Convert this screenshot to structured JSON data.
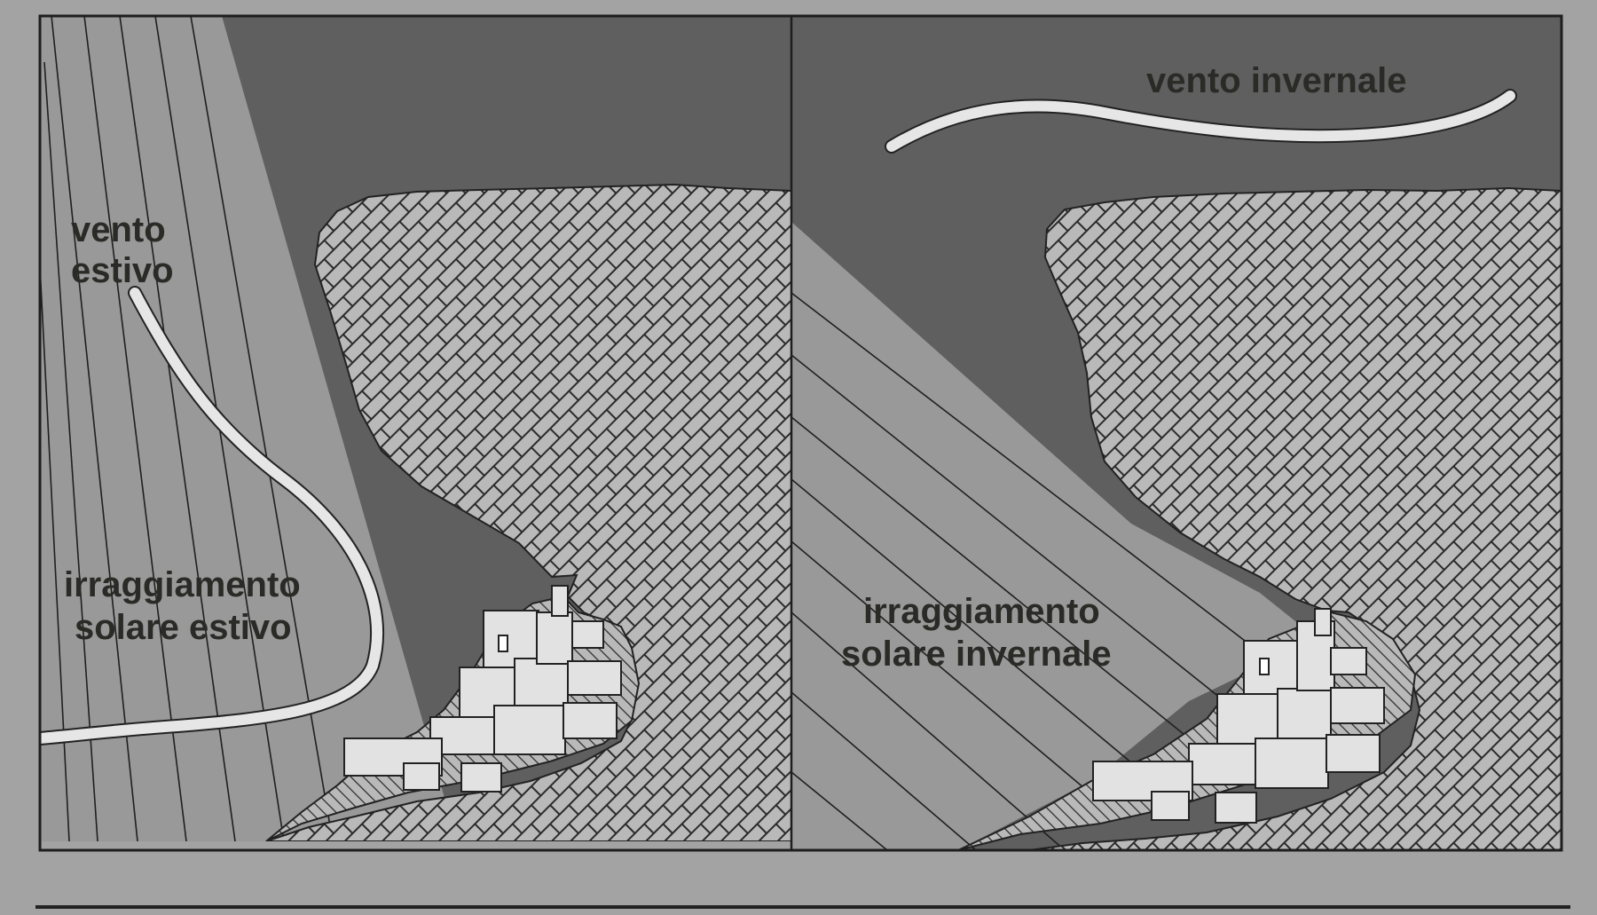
{
  "panels": {
    "summer": {
      "wind_label": [
        "vento",
        "estivo"
      ],
      "sun_label": [
        "irraggiamento",
        "solare estivo"
      ]
    },
    "winter": {
      "wind_label": [
        "vento invernale"
      ],
      "sun_label": [
        "irraggiamento",
        "solare invernale"
      ]
    }
  },
  "colors": {
    "page": "#a6a6a6",
    "panel_border": "#1e1e1e",
    "sky_dark": "#5e5e5e",
    "sun_band": "#979797",
    "rock": "#b7b7b7",
    "house_white": "#e3e3e3",
    "wind_stroke": "#e6e6e6"
  },
  "icons": [
    "summer-wind-arrow-icon",
    "winter-wind-arrow-icon",
    "rock-hatch-pattern",
    "house-block-icon"
  ]
}
